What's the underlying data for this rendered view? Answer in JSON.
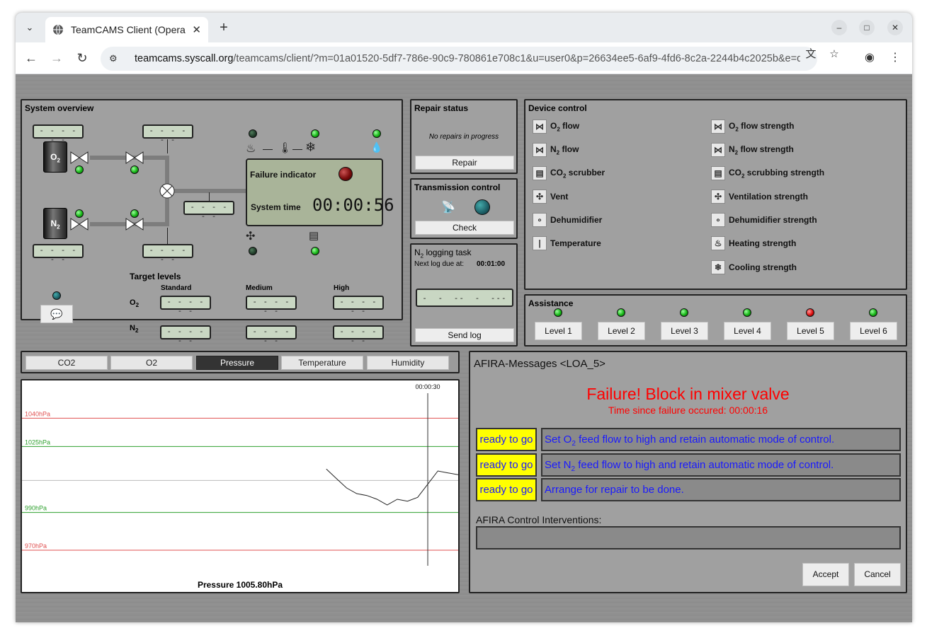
{
  "browser": {
    "tab_title": "TeamCAMS Client (Opera",
    "url_host": "teamcams.syscall.org",
    "url_path": "/teamcams/client/?m=01a01520-5df7-786e-90c9-780861e708c1&u=user0&p=26634ee5-6af9-4fd6-8c2a-2244b4c2025b&e=de..."
  },
  "system_overview": {
    "title": "System overview",
    "o2_label": "O",
    "o2_sub": "2",
    "n2_label": "N",
    "n2_sub": "2",
    "lcd_dashes": "- - - - - -",
    "failure_indicator_label": "Failure indicator",
    "system_time_label": "System time",
    "system_time_value": "00:00:56",
    "target_levels_label": "Target levels",
    "level_headers": [
      "Standard",
      "Medium",
      "High"
    ],
    "row_o2": "O",
    "row_n2": "N",
    "sub2": "2"
  },
  "repair": {
    "title": "Repair status",
    "status": "No repairs in progress",
    "button": "Repair"
  },
  "transmission": {
    "title": "Transmission control",
    "button": "Check"
  },
  "logging": {
    "title_pre": "N",
    "title_sub": "2",
    "title_post": " logging task",
    "next_label": "Next log due at:",
    "next_value": "00:01:00",
    "display": [
      "-",
      "-",
      "--",
      "-",
      "---"
    ],
    "button": "Send log"
  },
  "device_control": {
    "title": "Device control",
    "left": [
      {
        "pre": "O",
        "sub": "2",
        "post": " flow",
        "icon": "valve-icon"
      },
      {
        "pre": "N",
        "sub": "2",
        "post": " flow",
        "icon": "valve-icon"
      },
      {
        "pre": "CO",
        "sub": "2",
        "post": " scrubber",
        "icon": "scrubber-icon"
      },
      {
        "pre": "Vent",
        "sub": "",
        "post": "",
        "icon": "fan-icon"
      },
      {
        "pre": "Dehumidifier",
        "sub": "",
        "post": "",
        "icon": "droplets-icon"
      },
      {
        "pre": "Temperature",
        "sub": "",
        "post": "",
        "icon": "thermometer-icon"
      }
    ],
    "right": [
      {
        "pre": "O",
        "sub": "2",
        "post": " flow strength",
        "icon": "valve-icon"
      },
      {
        "pre": "N",
        "sub": "2",
        "post": " flow strength",
        "icon": "valve-icon"
      },
      {
        "pre": "CO",
        "sub": "2",
        "post": " scrubbing strength",
        "icon": "scrubber-icon"
      },
      {
        "pre": "Ventilation strength",
        "sub": "",
        "post": "",
        "icon": "fan-icon"
      },
      {
        "pre": "Dehumidifier strength",
        "sub": "",
        "post": "",
        "icon": "droplets-icon"
      },
      {
        "pre": "Heating strength",
        "sub": "",
        "post": "",
        "icon": "heater-icon"
      },
      {
        "pre": "Cooling strength",
        "sub": "",
        "post": "",
        "icon": "snowflake-icon"
      }
    ]
  },
  "assistance": {
    "title": "Assistance",
    "levels": [
      {
        "label": "Level 1",
        "led": "green"
      },
      {
        "label": "Level 2",
        "led": "green"
      },
      {
        "label": "Level 3",
        "led": "green"
      },
      {
        "label": "Level 4",
        "led": "green"
      },
      {
        "label": "Level 5",
        "led": "red"
      },
      {
        "label": "Level 6",
        "led": "green"
      }
    ]
  },
  "graph_tabs": [
    "CO2",
    "O2",
    "Pressure",
    "Temperature",
    "Humidity"
  ],
  "active_graph_tab": "Pressure",
  "chart_data": {
    "type": "line",
    "title": "",
    "caption": "Pressure 1005.80hPa",
    "xlabel": "",
    "ylabel": "",
    "current_marker": "00:00:30",
    "ylim": [
      955,
      1060
    ],
    "limit_lines": [
      {
        "label": "1040hPa",
        "value": 1040,
        "color": "#e05050"
      },
      {
        "label": "1025hPa",
        "value": 1025,
        "color": "#2ea02e"
      },
      {
        "label": "990hPa",
        "value": 990,
        "color": "#2ea02e"
      },
      {
        "label": "970hPa",
        "value": 970,
        "color": "#e05050"
      }
    ],
    "reference_line": 1007,
    "series": [
      {
        "x": [
          20,
          21,
          22,
          23,
          24,
          25,
          26,
          27,
          28,
          29,
          30,
          31,
          32,
          33
        ],
        "y": [
          1013,
          1008,
          1003,
          1000,
          999,
          997,
          994,
          997,
          996,
          998,
          1005,
          1012,
          1011,
          1010
        ]
      }
    ],
    "xlim": [
      -10,
      33
    ]
  },
  "afira": {
    "title": "AFIRA-Messages <LOA_5>",
    "failure": "Failure! Block in mixer valve",
    "since_label": "Time since failure occured: 00:00:16",
    "rows": [
      {
        "badge": "ready to go",
        "pre": "Set O",
        "sub": "2",
        "post": " feed flow to high and retain automatic mode of control."
      },
      {
        "badge": "ready to go",
        "pre": "Set N",
        "sub": "2",
        "post": " feed flow to high and retain automatic mode of control."
      },
      {
        "badge": "ready to go",
        "pre": "Arrange for repair to be done.",
        "sub": "",
        "post": ""
      }
    ],
    "interventions_label": "AFIRA Control Interventions:",
    "accept": "Accept",
    "cancel": "Cancel"
  },
  "colors": {
    "panel_bg": "#a0a0a0",
    "lcd_bg": "#c9d7c3",
    "failure_text": "#ff0000",
    "message_text": "#1a1aff",
    "badge_bg": "#ffff00"
  }
}
